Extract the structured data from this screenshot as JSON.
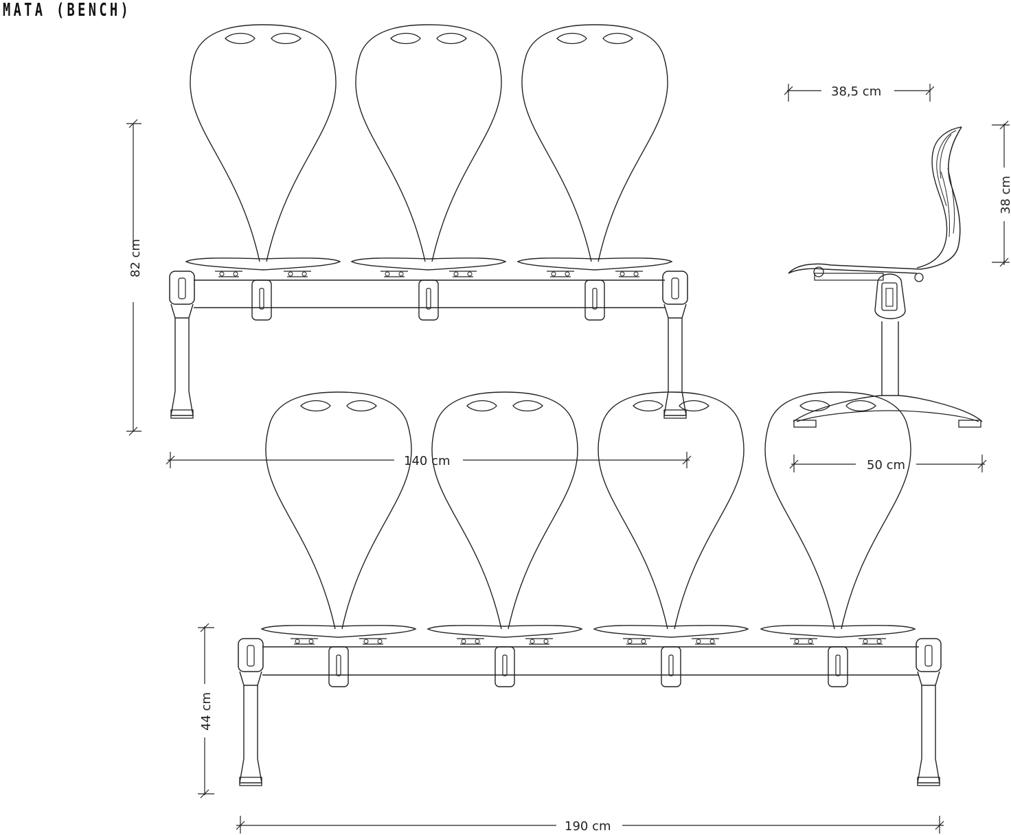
{
  "title": "MATA (BENCH)",
  "dimensions": {
    "top_height": "82 cm",
    "top_width": "140 cm",
    "side_back": "38,5 cm",
    "side_back_height": "38 cm",
    "side_depth": "50 cm",
    "bottom_seat_height": "44 cm",
    "bottom_width": "190 cm"
  },
  "benches": {
    "top_seats": 3,
    "bottom_seats": 4
  },
  "colors": {
    "line": "#222222",
    "background": "#ffffff"
  }
}
